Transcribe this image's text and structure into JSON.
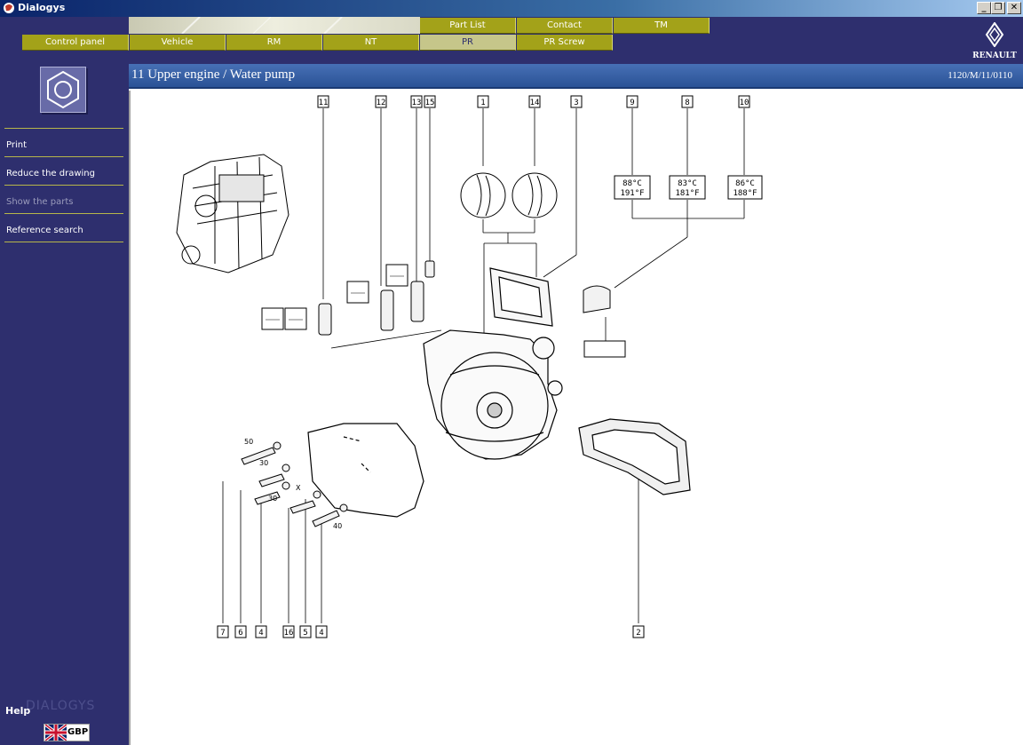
{
  "window": {
    "title": "Dialogys",
    "controls": {
      "minimize": "_",
      "maximize": "❐",
      "close": "✕"
    }
  },
  "header": {
    "top_tabs": [
      {
        "label": "Part List"
      },
      {
        "label": "Contact"
      },
      {
        "label": "TM"
      }
    ],
    "nav_tabs": [
      {
        "label": "Control panel",
        "active": false
      },
      {
        "label": "Vehicle",
        "active": false
      },
      {
        "label": "RM",
        "active": false
      },
      {
        "label": "NT",
        "active": false
      },
      {
        "label": "PR",
        "active": true
      },
      {
        "label": "PR Screw",
        "active": false
      }
    ],
    "logo_text": "RENAULT"
  },
  "sidebar": {
    "items": [
      {
        "label": "Print",
        "enabled": true
      },
      {
        "label": "Reduce the drawing",
        "enabled": true
      },
      {
        "label": "Show the parts",
        "enabled": false
      },
      {
        "label": "Reference search",
        "enabled": true
      }
    ],
    "help_label": "Help",
    "brand_watermark": "DIALOGYS",
    "currency": "GBP"
  },
  "document": {
    "title": "11 Upper engine / Water pump",
    "reference": "1120/M/11/0110"
  },
  "drawing": {
    "top_callouts": [
      "11",
      "12",
      "13",
      "15",
      "1",
      "14",
      "3",
      "9",
      "8",
      "10"
    ],
    "bottom_callouts": [
      "7",
      "6",
      "4",
      "16",
      "5",
      "4",
      "2"
    ],
    "temperatures": [
      {
        "celsius": "88°C",
        "fahrenheit": "191°F"
      },
      {
        "celsius": "83°C",
        "fahrenheit": "181°F"
      },
      {
        "celsius": "86°C",
        "fahrenheit": "188°F"
      }
    ],
    "dimensions": [
      "50",
      "30",
      "30",
      "X",
      "40"
    ]
  },
  "colors": {
    "sidebar_bg": "#2e2f6e",
    "nav_button": "#a3a219",
    "nav_active": "#c6c68a",
    "doc_header": "#2f5b9f"
  }
}
